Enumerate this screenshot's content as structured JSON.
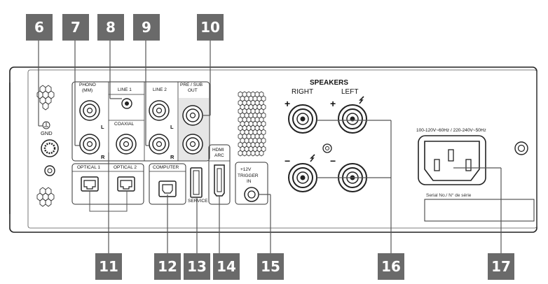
{
  "callouts": [
    "6",
    "7",
    "8",
    "9",
    "10",
    "11",
    "12",
    "13",
    "14",
    "15",
    "16",
    "17"
  ],
  "labels": {
    "phono": "PHONO",
    "phono_mm": "(MM)",
    "line1": "LINE 1",
    "line2": "LINE 2",
    "pre_sub": "PRE / SUB",
    "pre_sub_out": "OUT",
    "coaxial": "COAXIAL",
    "optical1": "OPTICAL 1",
    "optical2": "OPTICAL 2",
    "computer": "COMPUTER",
    "service": "SERVICE",
    "hdmi": "HDMI",
    "arc": "ARC",
    "trigger_v": "+12V",
    "trigger": "TRIGGER",
    "trigger_in": "IN",
    "gnd": "GND",
    "speakers": "SPEAKERS",
    "right": "RIGHT",
    "left": "LEFT",
    "l": "L",
    "r": "R",
    "plus": "+",
    "minus": "−",
    "voltage": "100-120V~60Hz / 220-240V~50Hz",
    "serial": "Serial No./ N° de série"
  },
  "colors": {
    "callout_bg": "#6a6a6a",
    "line": "#555555",
    "panel_outline": "#222222"
  }
}
